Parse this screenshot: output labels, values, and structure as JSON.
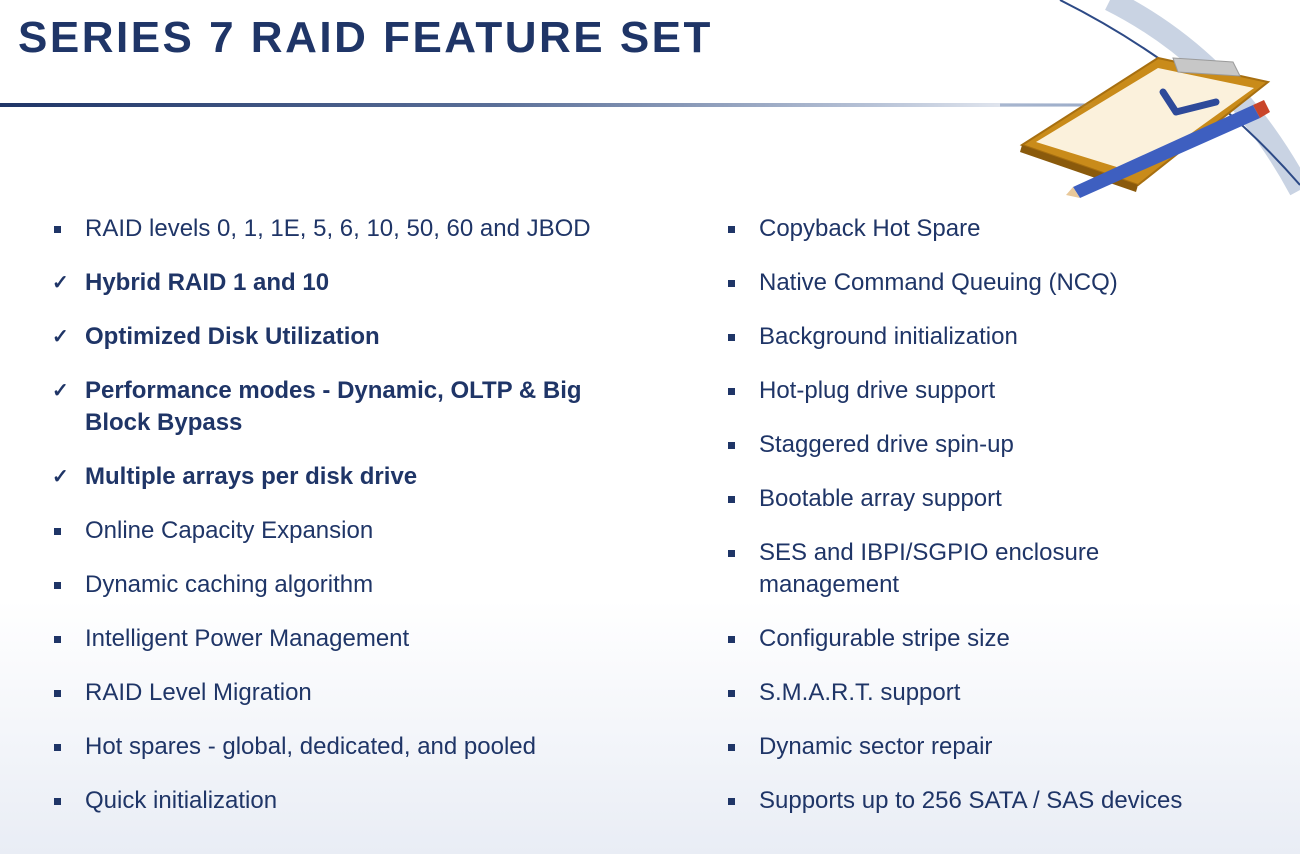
{
  "slide": {
    "title": "SERIES 7 RAID FEATURE SET",
    "colors": {
      "text": "#1f3567",
      "accent_rule": "#1f3567",
      "background_bottom": "#e9edf5"
    },
    "illustration": "clipboard-with-pencil-icon",
    "left_column": [
      {
        "marker": "square",
        "text": "RAID levels 0, 1, 1E, 5, 6, 10, 50, 60 and JBOD",
        "bold": false
      },
      {
        "marker": "check",
        "glyph": "✓",
        "text": "Hybrid RAID 1 and 10",
        "bold": true
      },
      {
        "marker": "check",
        "glyph": "✓",
        "text": "Optimized Disk Utilization",
        "bold": true
      },
      {
        "marker": "check",
        "glyph": "✓",
        "text": "Performance modes - Dynamic, OLTP & Big Block Bypass",
        "bold": true
      },
      {
        "marker": "check",
        "glyph": "✓",
        "text": "Multiple arrays per disk drive",
        "bold": true
      },
      {
        "marker": "square",
        "text": "Online Capacity Expansion",
        "bold": false
      },
      {
        "marker": "square",
        "text": "Dynamic caching algorithm",
        "bold": false
      },
      {
        "marker": "square",
        "text": "Intelligent Power Management",
        "bold": false
      },
      {
        "marker": "square",
        "text": "RAID Level Migration",
        "bold": false
      },
      {
        "marker": "square",
        "text": "Hot spares - global, dedicated, and pooled",
        "bold": false
      },
      {
        "marker": "square",
        "text": "Quick initialization",
        "bold": false
      }
    ],
    "right_column": [
      {
        "marker": "square",
        "text": "Copyback Hot Spare"
      },
      {
        "marker": "square",
        "text": "Native Command Queuing (NCQ)"
      },
      {
        "marker": "square",
        "text": "Background initialization"
      },
      {
        "marker": "square",
        "text": "Hot-plug drive support"
      },
      {
        "marker": "square",
        "text": "Staggered drive spin-up"
      },
      {
        "marker": "square",
        "text": "Bootable array support"
      },
      {
        "marker": "square",
        "text": "SES and IBPI/SGPIO enclosure management"
      },
      {
        "marker": "square",
        "text": "Configurable stripe size"
      },
      {
        "marker": "square",
        "text": "S.M.A.R.T. support"
      },
      {
        "marker": "square",
        "text": "Dynamic sector repair"
      },
      {
        "marker": "square",
        "text": "Supports up to 256 SATA / SAS devices"
      }
    ]
  }
}
